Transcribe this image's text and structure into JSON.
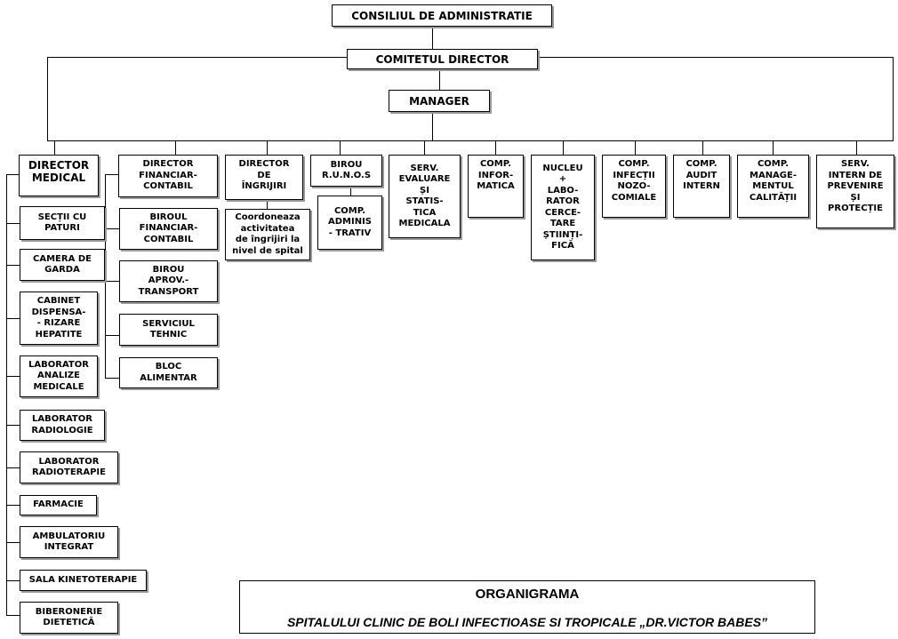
{
  "top": {
    "board": "CONSILIUL DE ADMINISTRATIE",
    "committee": "COMITETUL DIRECTOR",
    "manager": "MANAGER"
  },
  "directors": {
    "medical": "DIRECTOR\nMEDICAL",
    "financial": "DIRECTOR\nFINANCIAR-\nCONTABIL",
    "nursing": "DIRECTOR\nDE\nÎNGRIJIRI"
  },
  "medical_units": [
    "SECȚII CU\nPATURI",
    "CAMERA DE\nGARDA",
    "CABINET\nDISPENSA-\n- RIZARE\nHEPATITE",
    "LABORATOR\nANALIZE\nMEDICALE",
    "LABORATOR\nRADIOLOGIE",
    "LABORATOR\nRADIOTERAPIE",
    "FARMACIE",
    "AMBULATORIU\nINTEGRAT",
    "SALA KINETOTERAPIE",
    "BIBERONERIE\nDIETETICĂ"
  ],
  "financial_units": [
    "BIROUL\nFINANCIAR-\nCONTABIL",
    "BIROU\nAPROV.-\nTRANSPORT",
    "SERVICIUL\nTEHNIC",
    "BLOC\nALIMENTAR"
  ],
  "nursing_note": "Coordoneaza\nactivitatea\nde îngrijiri la\nnivel de spital",
  "runos": {
    "office": "BIROU\nR.U.N.O.S",
    "admin": "COMP.\nADMINIS\n- TRATIV"
  },
  "services": {
    "evaluation": "SERV.\nEVALUARE\nȘI\nSTATIS-\nTICA\nMEDICALA",
    "it": "COMP.\nINFOR-\nMATICA",
    "research": "NUCLEU\n+\nLABO-\nRATOR\nCERCE-\nTARE\nȘTIINȚI-\nFICĂ",
    "infections": "COMP.\nINFECȚII\nNOZO-\nCOMIALE",
    "audit": "COMP.\nAUDIT\nINTERN",
    "quality": "COMP.\nMANAGE-\nMENTUL\nCALITĂȚII",
    "prevention": "SERV.\nINTERN DE\nPREVENIRE\nȘI\nPROTECȚIE"
  },
  "title": {
    "main": "ORGANIGRAMA",
    "sub": "SPITALULUI CLINIC DE BOLI INFECTIOASE SI TROPICALE „DR.VICTOR BABES”"
  }
}
